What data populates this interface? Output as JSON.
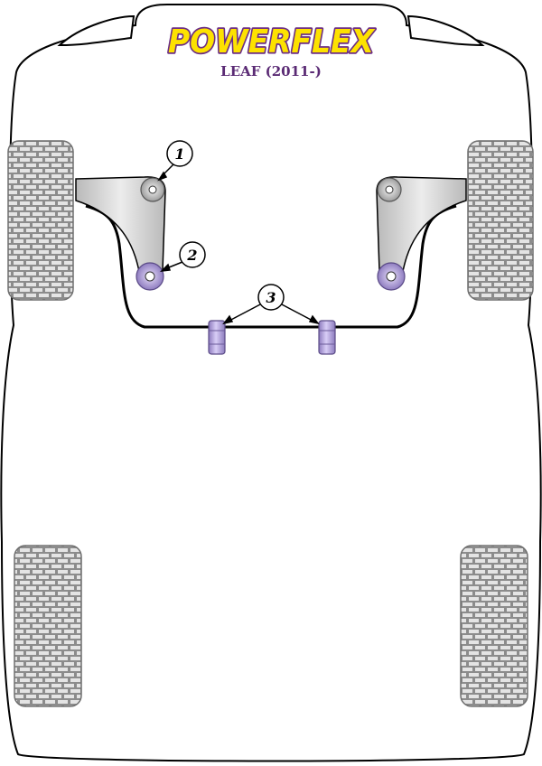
{
  "header": {
    "brand": "POWERFLEX",
    "model": "LEAF (2011-)"
  },
  "callouts": {
    "c1": "1",
    "c2": "2",
    "c3": "3"
  },
  "colors": {
    "logo_fill": "#fde200",
    "logo_outline": "#6b2d84",
    "bush_purple": "#b6a5e0",
    "bush_purple_dark": "#7e6aa8",
    "arm_grey": "#cfcfcf",
    "tyre_grey": "#9e9e9e",
    "outline": "#000000"
  },
  "icons": {
    "tyre_pattern": "tyre-tread-icon",
    "bush": "polyurethane-bush-icon"
  }
}
